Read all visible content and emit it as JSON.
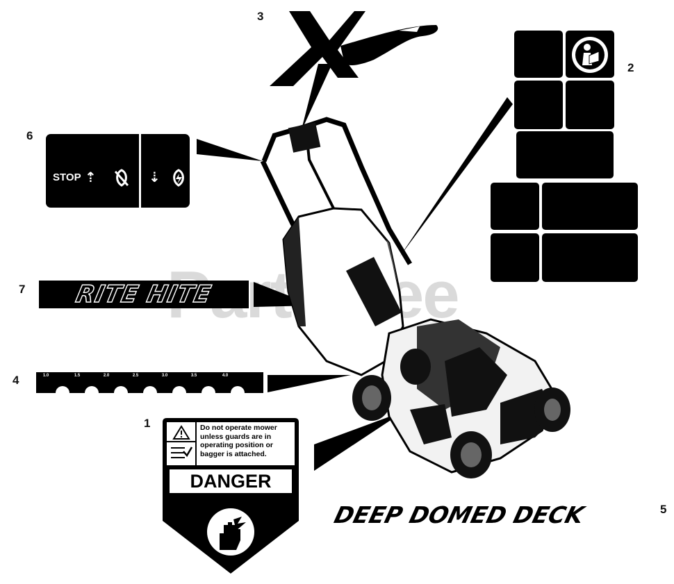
{
  "watermark": "PartsTree",
  "callouts": {
    "c1": "1",
    "c2": "2",
    "c3": "3",
    "c4": "4",
    "c5": "5",
    "c6": "6",
    "c7": "7"
  },
  "decal6": {
    "stop_label": "STOP",
    "icons": [
      "arrow-up-icon",
      "engine-off-icon",
      "arrow-down-icon",
      "engine-run-icon"
    ]
  },
  "decal2": {
    "icons": [
      "read-manual-icon"
    ]
  },
  "decal3": {
    "icons": [
      "x-logo-icon"
    ]
  },
  "decal7": {
    "text": "RITE HITE"
  },
  "decal4": {
    "ticks": [
      "1.0",
      "1.5",
      "2.0",
      "2.5",
      "3.0",
      "3.5",
      "4.0"
    ]
  },
  "decal1": {
    "warning_text": "Do not operate mower unless guards are in operating position or bagger is attached.",
    "signal_word": "DANGER",
    "icons": [
      "warning-triangle-icon",
      "checklist-icon",
      "hand-hazard-icon"
    ]
  },
  "decal5": {
    "text": "DEEP DOMED DECK"
  },
  "colors": {
    "decal": "#000000",
    "background": "#ffffff",
    "watermark": "#bdbdbd"
  }
}
